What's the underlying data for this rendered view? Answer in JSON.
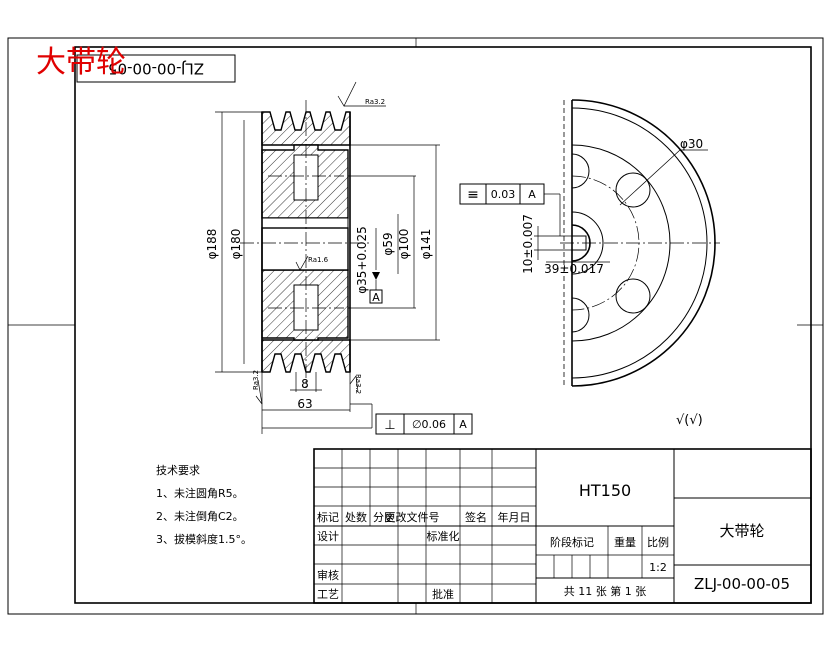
{
  "drawing": {
    "title_red": "大带轮",
    "code_box_upside_down": "ZLJ-00-00-05",
    "material": "HT150",
    "part_name": "大带轮",
    "drawing_number": "ZLJ-00-00-05",
    "scale": "1:2",
    "sheet_info": "共 11 张 第 1 张",
    "roughness_note": "√(√)"
  },
  "tech_requirements": {
    "heading": "技术要求",
    "items": [
      "1、未注圆角R5。",
      "2、未注倒角C2。",
      "3、拔模斜度1.5°。"
    ]
  },
  "title_block": {
    "headers": [
      "标记",
      "处数",
      "分区",
      "更改文件号",
      "签名",
      "年月日"
    ],
    "rows": [
      "设计",
      "审核",
      "工艺"
    ],
    "standardization": "标准化",
    "approval": "批准",
    "stage_mark": "阶段标记",
    "weight": "重量",
    "scale_label": "比例"
  },
  "dimensions": {
    "d188": "φ188",
    "d180": "φ180",
    "d35": "φ35+0.025",
    "d59": "φ59",
    "d100": "φ100",
    "d141": "φ141",
    "w8": "8",
    "w63": "63",
    "d30": "φ30",
    "keyway_width": "10±0.007",
    "keyway_depth": "39±0.017",
    "ra_top": "Ra3.2",
    "ra_hub": "Ra1.6",
    "ra_left": "Ra3.2",
    "ra_right": "Ra3.2",
    "datum": "A"
  },
  "tolerances": {
    "symmetry": {
      "symbol": "≡",
      "value": "0.03",
      "datum": "A"
    },
    "perpendicularity": {
      "symbol": "⊥",
      "value": "∅0.06",
      "datum": "A"
    }
  }
}
